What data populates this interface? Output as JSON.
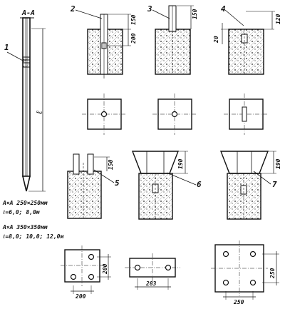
{
  "callouts": {
    "c1": "1",
    "c2": "2",
    "c3": "3",
    "c4": "4",
    "c5": "5",
    "c6": "6",
    "c7": "7"
  },
  "pile": {
    "section_mark": "A-A",
    "length_symbol": "ℓ"
  },
  "notes": {
    "line1": "A×A  250×250мм",
    "line2": "ℓ=6,0;  8,0м",
    "line3": "A×A  350×350мм",
    "line4": "ℓ=8,0;  10,0;  12,0м"
  },
  "dimensions": {
    "d150_a": "150",
    "d200_a": "200",
    "d150_b": "150",
    "d120": "120",
    "d20": "20",
    "d150_c": "150",
    "d190_a": "190",
    "d190_b": "190",
    "d200_b": "200",
    "d200_c": "200",
    "d283": "283",
    "d250_a": "250",
    "d250_b": "250"
  }
}
